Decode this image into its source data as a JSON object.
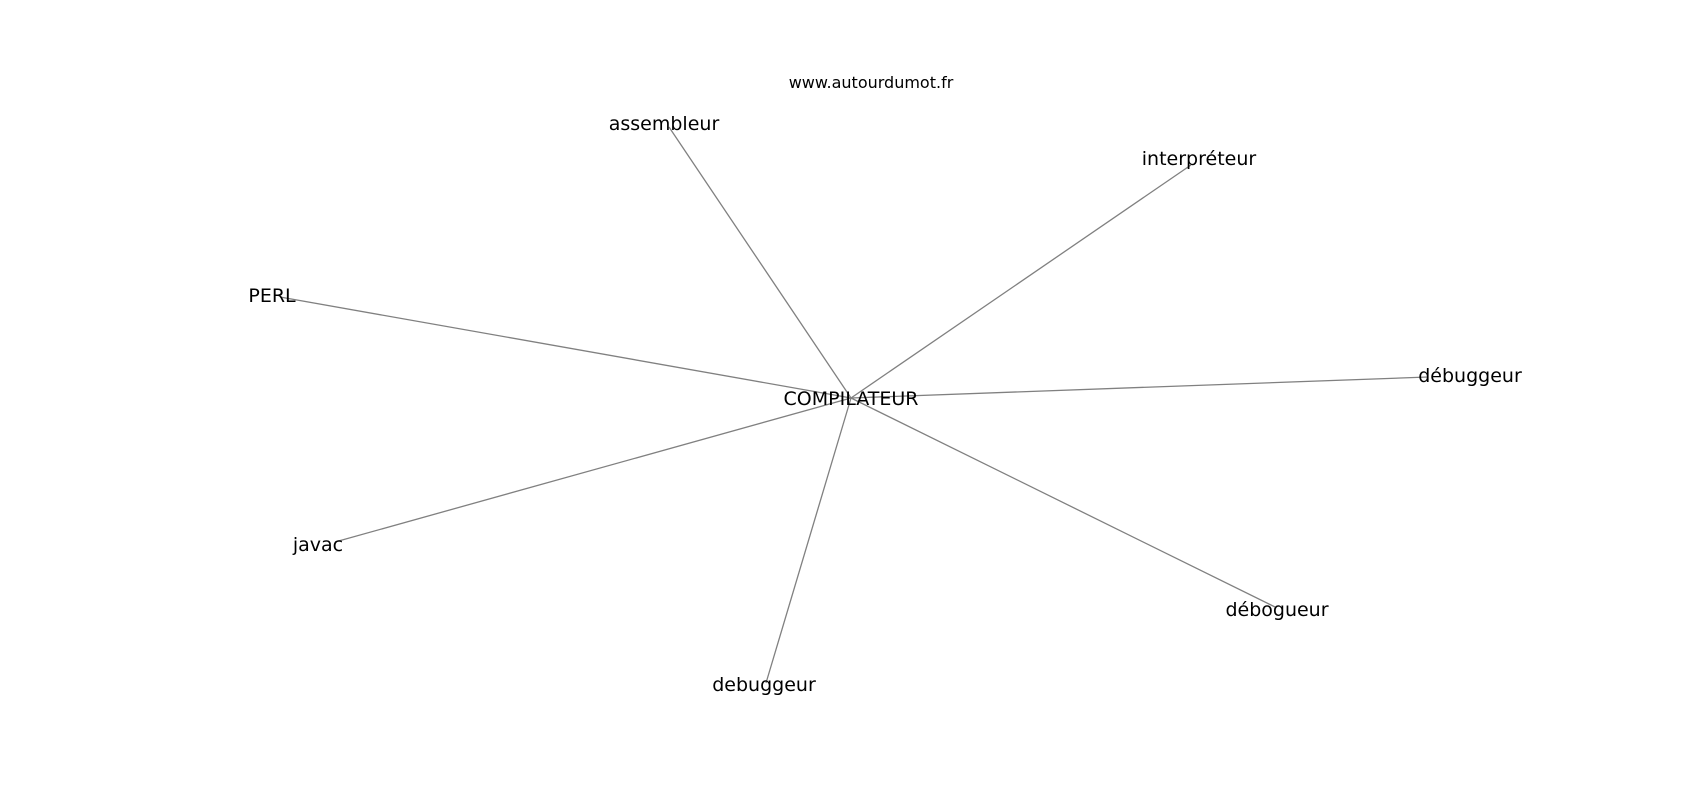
{
  "source_text": "www.autourdumot.fr",
  "center": {
    "label": "COMPILATEUR"
  },
  "related_words": [
    {
      "label": "assembleur"
    },
    {
      "label": "interpréteur"
    },
    {
      "label": "PERL"
    },
    {
      "label": "débuggeur"
    },
    {
      "label": "javac"
    },
    {
      "label": "débogueur"
    },
    {
      "label": "debuggeur"
    }
  ],
  "colors": {
    "edge": "#808080",
    "text": "#000000",
    "background": "#ffffff"
  }
}
